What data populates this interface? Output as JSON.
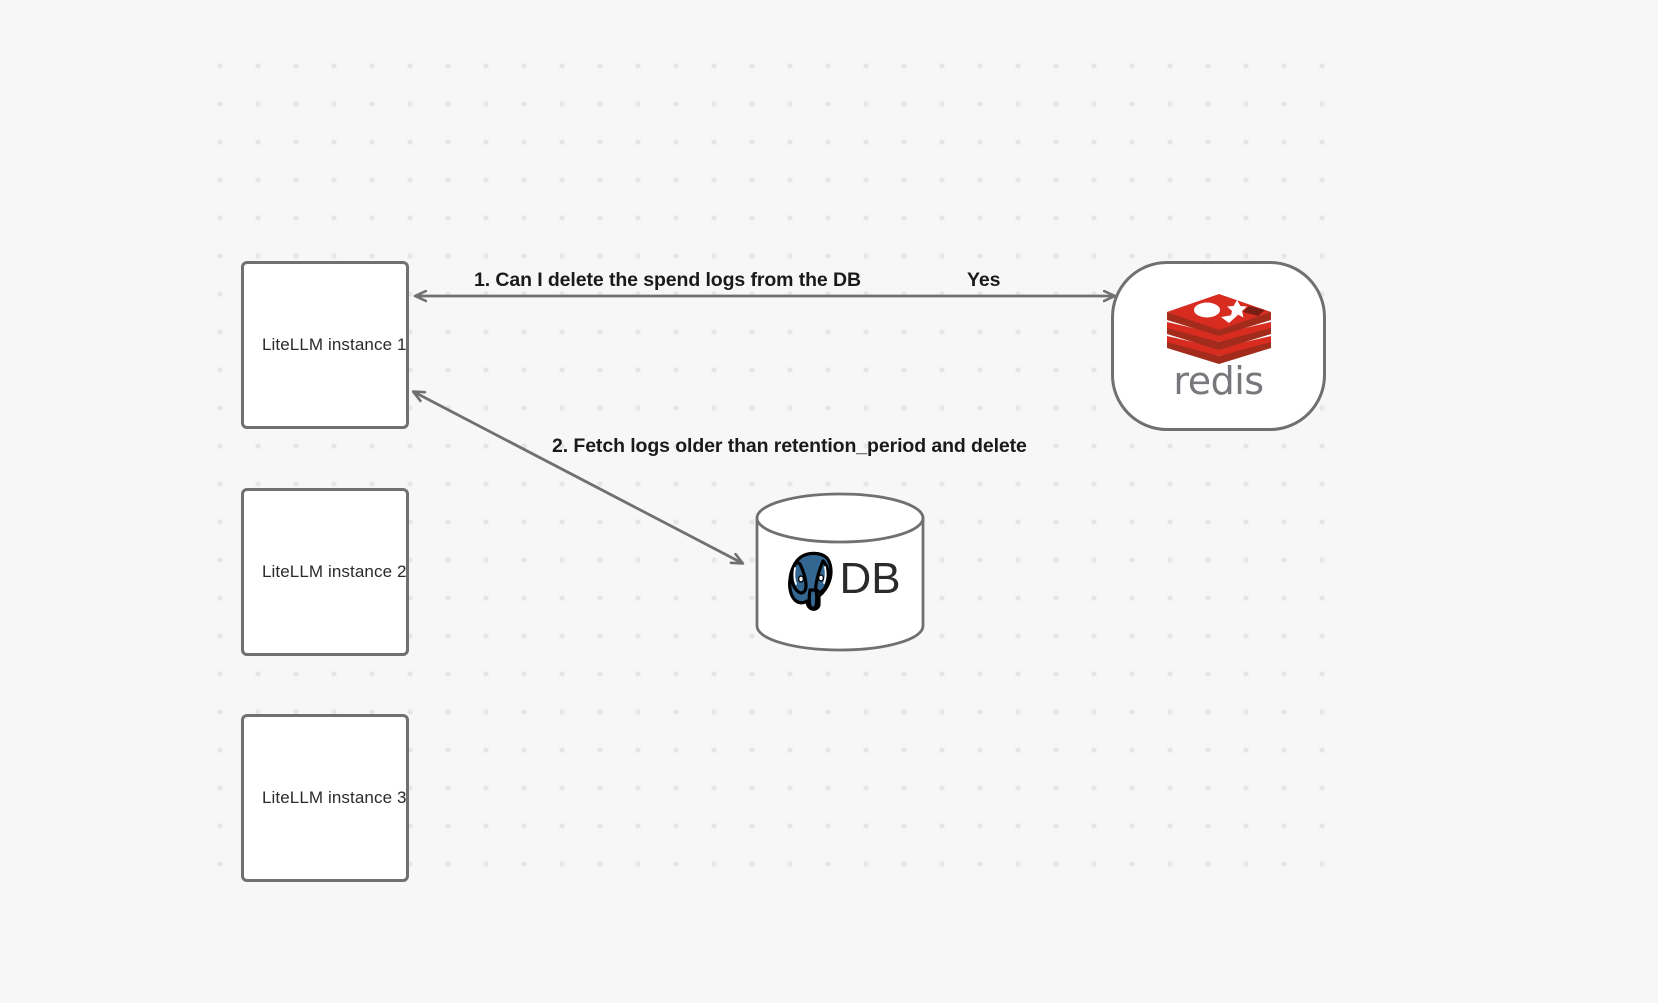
{
  "canvas": {
    "background_color": "#f7f7f7",
    "dot_color": "#e6e6e6",
    "stroke_color": "#707070",
    "text_color": "#2b2b2b"
  },
  "nodes": [
    {
      "id": "litellm-1",
      "label": "LiteLLM instance 1",
      "shape": "rounded-rect"
    },
    {
      "id": "litellm-2",
      "label": "LiteLLM instance 2",
      "shape": "rounded-rect"
    },
    {
      "id": "litellm-3",
      "label": "LiteLLM instance 3",
      "shape": "rounded-rect"
    },
    {
      "id": "redis",
      "label": "redis",
      "shape": "stadium",
      "logo": "redis-logo",
      "logo_color": "#d82c20",
      "wordmark_color": "#76787b"
    },
    {
      "id": "db",
      "label": "DB",
      "shape": "cylinder",
      "logo": "postgresql-elephant-icon",
      "logo_color": "#336791"
    }
  ],
  "edges": [
    {
      "id": "edge-litellm1-redis",
      "from": "litellm-1",
      "to": "redis",
      "label": "1.  Can I delete the spend logs from the DB",
      "answer_label": "Yes",
      "direction": "bidirectional"
    },
    {
      "id": "edge-litellm1-db",
      "from": "litellm-1",
      "to": "db",
      "label": "2.  Fetch logs older than retention_period and delete",
      "direction": "bidirectional"
    }
  ]
}
